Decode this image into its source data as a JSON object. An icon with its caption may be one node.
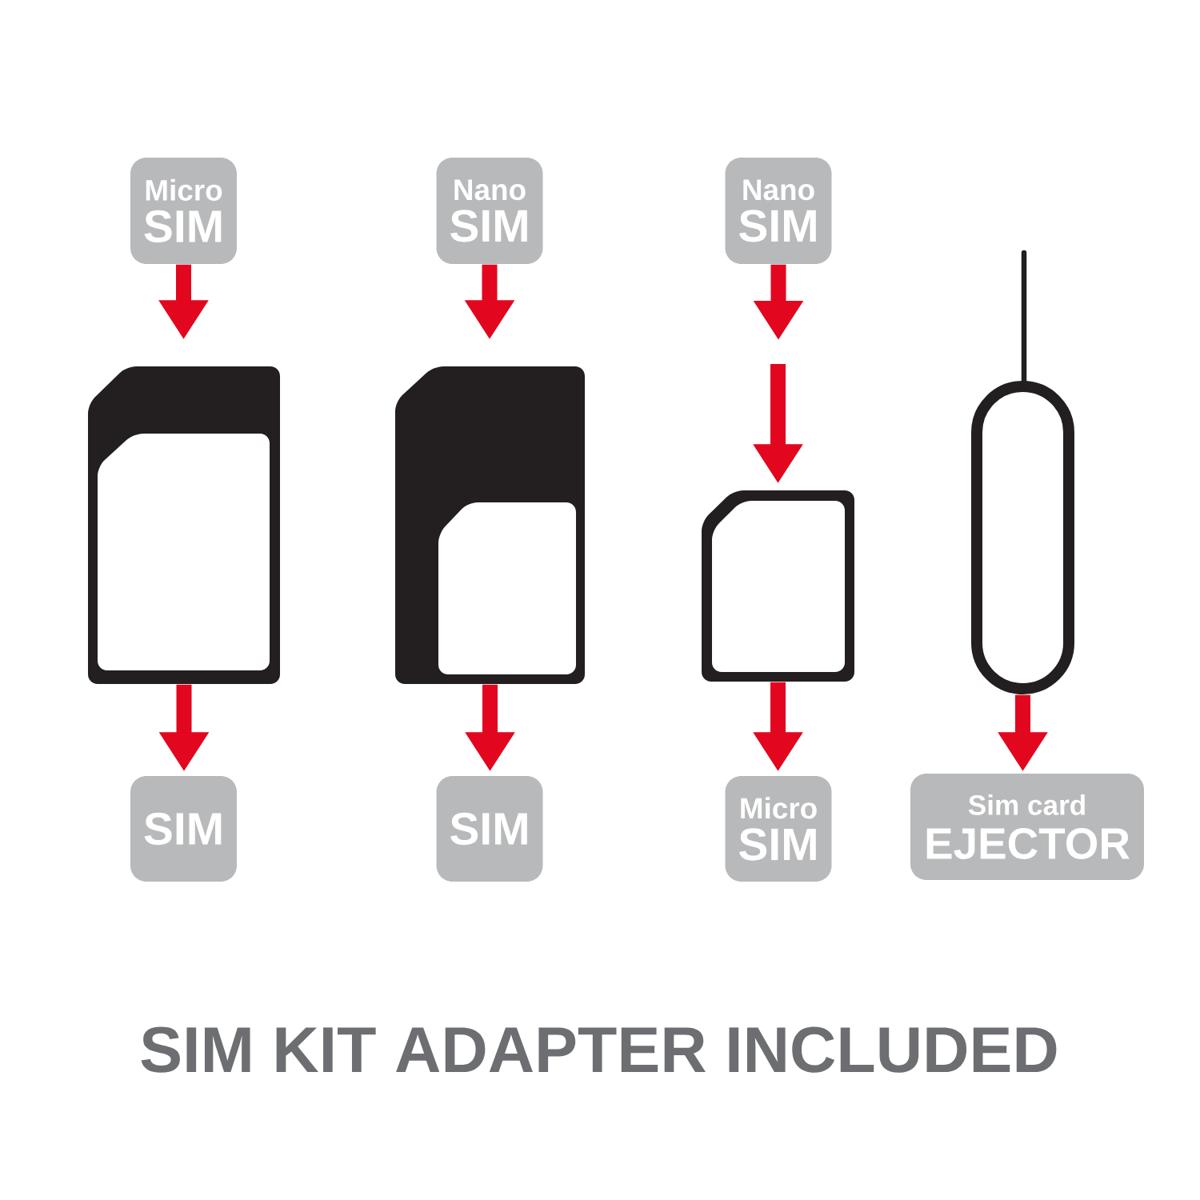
{
  "diagram": {
    "caption": "SIM KIT ADAPTER INCLUDED",
    "nodes": [
      {
        "text": [
          "Micro",
          "SIM"
        ]
      },
      {
        "text": [],
        "shape": "picture"
      },
      {
        "text": [
          "SIM"
        ]
      },
      {
        "text": [
          "Nano",
          "SIM"
        ]
      },
      {
        "text": [],
        "shape": "picture"
      },
      {
        "text": [
          "SIM"
        ]
      },
      {
        "text": [
          "Nano",
          "SIM"
        ]
      },
      {
        "text": [],
        "shape": "picture"
      },
      {
        "text": [
          "Micro",
          "SIM"
        ]
      },
      {
        "text": [],
        "shape": "picture"
      },
      {
        "text": [
          "Sim card",
          "EJECTOR"
        ]
      }
    ],
    "edges": [
      {
        "from": 0,
        "to": 1,
        "arrow": "to"
      },
      {
        "from": 1,
        "to": 2,
        "arrow": "to"
      },
      {
        "from": 3,
        "to": 4,
        "arrow": "to"
      },
      {
        "from": 4,
        "to": 5,
        "arrow": "to"
      },
      {
        "from": 6,
        "to": null,
        "arrow": "to"
      },
      {
        "from": null,
        "to": 7,
        "arrow": "to"
      },
      {
        "from": 7,
        "to": 8,
        "arrow": "to"
      },
      {
        "from": 9,
        "to": 10,
        "arrow": "to"
      }
    ]
  }
}
